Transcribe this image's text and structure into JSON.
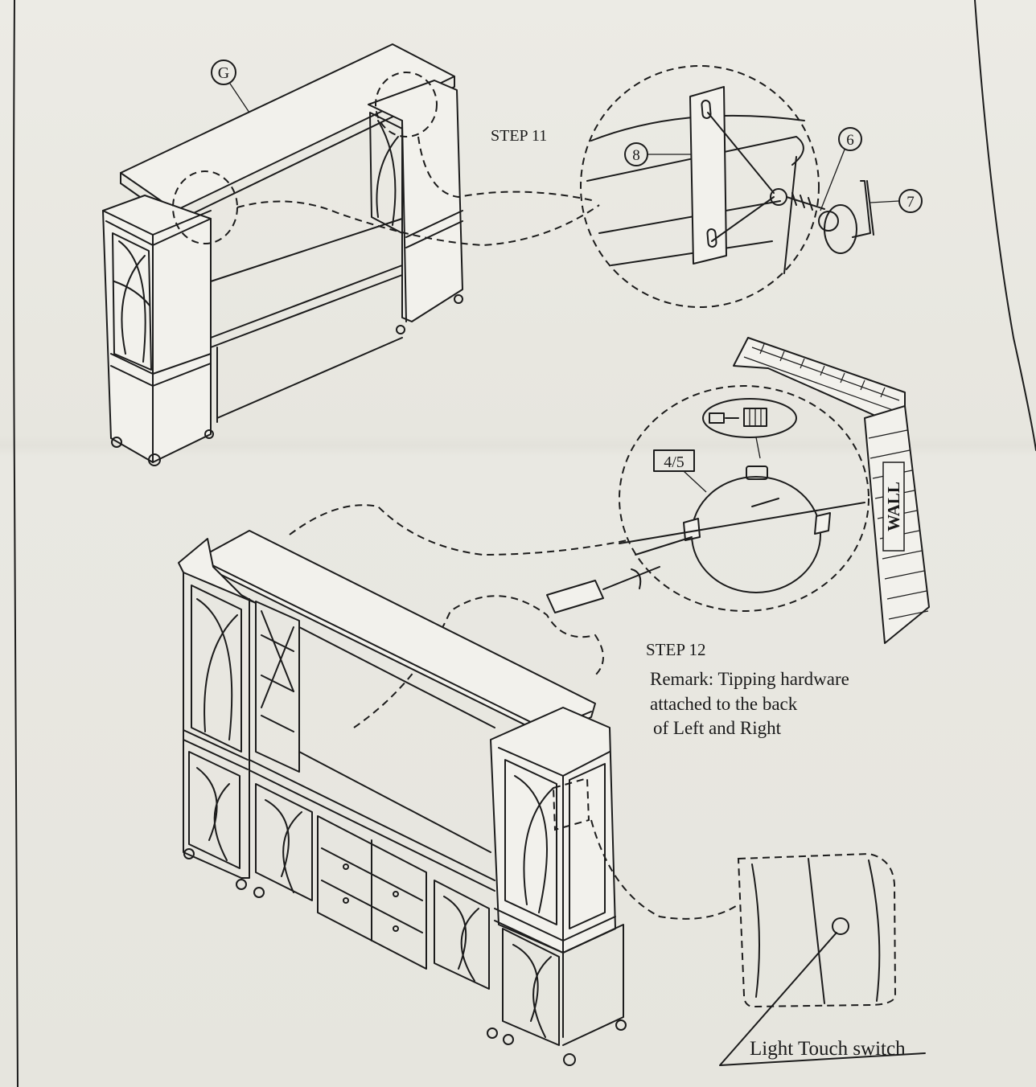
{
  "step11": {
    "title": "STEP 11",
    "part_g": "G",
    "part_8": "8",
    "part_6": "6",
    "part_7": "7"
  },
  "step12": {
    "title": "STEP 12",
    "part_45": "4/5",
    "wall": "WALL",
    "remark_line1": "Remark: Tipping hardware",
    "remark_line2": "attached to the back",
    "remark_line3": "of Left and Right"
  },
  "callout": {
    "light_touch_switch": "Light Touch switch"
  },
  "colors": {
    "paper": "#e9e8e2",
    "ink": "#1c1c1c"
  }
}
